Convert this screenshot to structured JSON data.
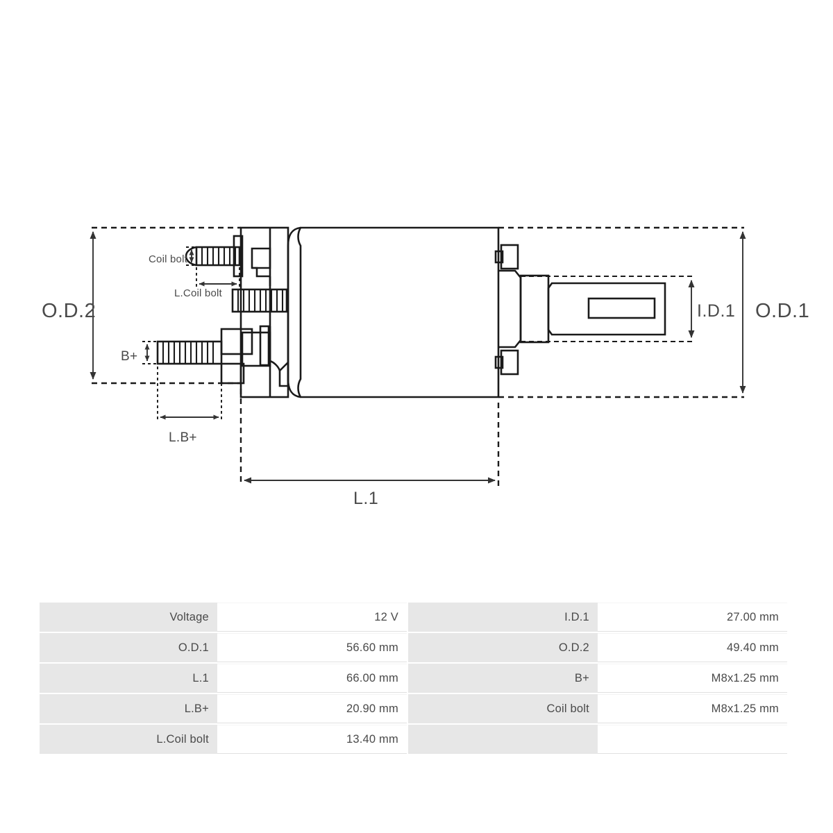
{
  "drawing": {
    "title": "starter-solenoid-dimension-drawing",
    "labels": {
      "od2": "O.D.2",
      "od1": "O.D.1",
      "id1": "I.D.1",
      "l1": "L.1",
      "lbplus": "L.B+",
      "bplus": "B+",
      "coil_bolt": "Coil bolt",
      "l_coil_bolt": "L.Coil bolt"
    },
    "colors": {
      "outline": "#1a1a1a",
      "dimension": "#444444",
      "dashed": "#1a1a1a",
      "label_text": "#4a4a4a"
    }
  },
  "spec_table": {
    "rows": [
      {
        "label1": "Voltage",
        "value1": "12 V",
        "label2": "I.D.1",
        "value2": "27.00 mm"
      },
      {
        "label1": "O.D.1",
        "value1": "56.60 mm",
        "label2": "O.D.2",
        "value2": "49.40 mm"
      },
      {
        "label1": "L.1",
        "value1": "66.00 mm",
        "label2": "B+",
        "value2": "M8x1.25 mm"
      },
      {
        "label1": "L.B+",
        "value1": "20.90 mm",
        "label2": "Coil bolt",
        "value2": "M8x1.25 mm"
      },
      {
        "label1": "L.Coil bolt",
        "value1": "13.40 mm",
        "label2": "",
        "value2": ""
      }
    ]
  }
}
